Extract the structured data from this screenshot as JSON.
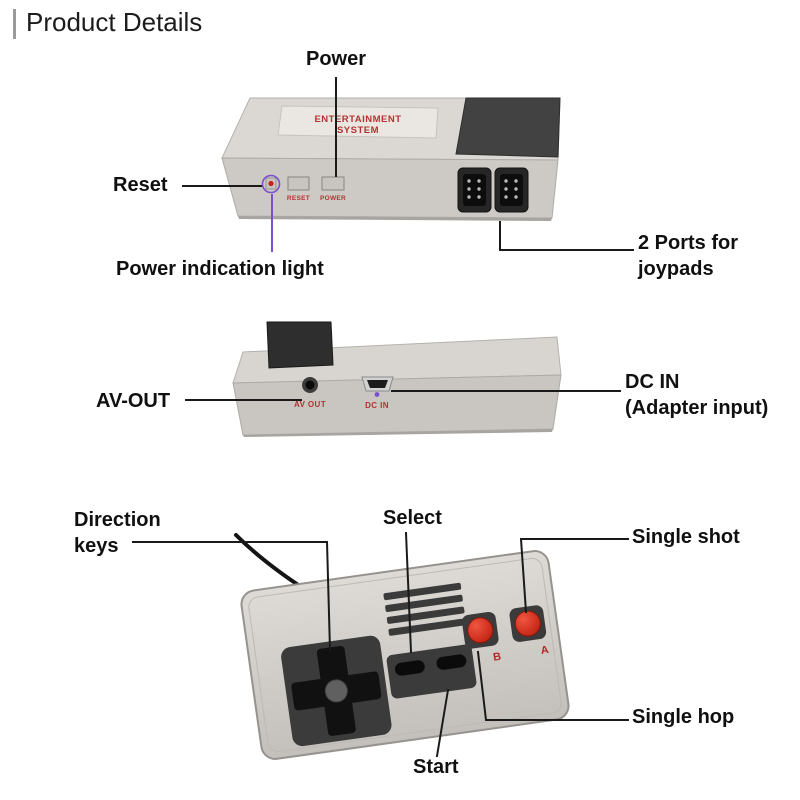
{
  "header": {
    "title": "Product Details"
  },
  "front_view": {
    "callouts": {
      "power": "Power",
      "reset": "Reset",
      "power_light": "Power indication light",
      "ports_line1": "2 Ports for",
      "ports_line2": "joypads"
    },
    "device": {
      "brand_line1": "ENTERTAINMENT",
      "brand_line2": "SYSTEM",
      "reset_button": "RESET",
      "power_button": "POWER"
    }
  },
  "back_view": {
    "callouts": {
      "av_out": "AV-OUT",
      "dc_in_line1": "DC IN",
      "dc_in_line2": "(Adapter input)"
    },
    "device": {
      "av_out": "AV OUT",
      "dc_in": "DC IN"
    }
  },
  "controller_view": {
    "callouts": {
      "direction_line1": "Direction",
      "direction_line2": "keys",
      "select": "Select",
      "single_shot": "Single shot",
      "single_hop": "Single hop",
      "start": "Start"
    },
    "device": {
      "b_button": "B",
      "a_button": "A"
    }
  },
  "colors": {
    "device_red_text": "#b23432",
    "button_red": "#cc2818",
    "highlight_purple": "#7a4fd0",
    "callout_line": "#1a1a1a",
    "console_grey": "#d6d3ce"
  }
}
